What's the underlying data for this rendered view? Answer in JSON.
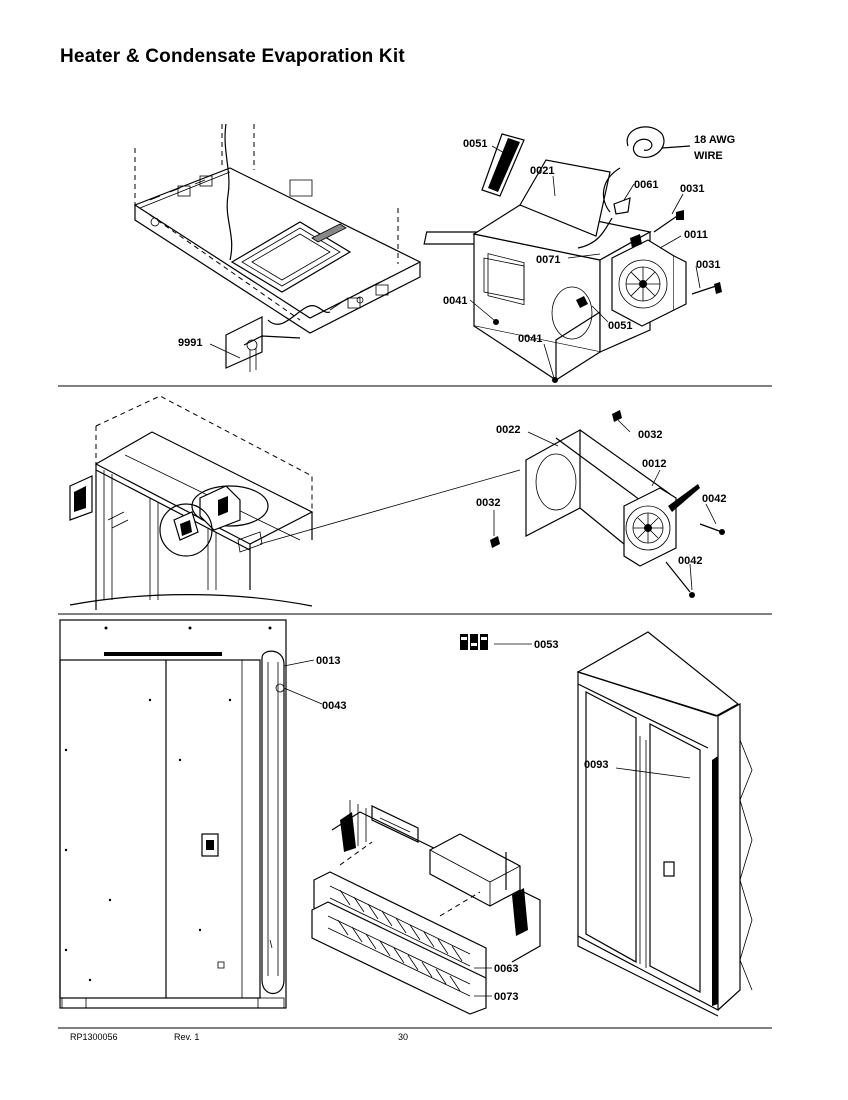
{
  "title": "Heater & Condensate  Evaporation Kit",
  "callouts": {
    "p0051a": "0051",
    "p0021": "0021",
    "p0061": "0061",
    "p0031a": "0031",
    "p0011": "0011",
    "p0031b": "0031",
    "p0071": "0071",
    "p0041a": "0041",
    "p0051b": "0051",
    "p0041b": "0041",
    "p9991": "9991",
    "awg1": "18 AWG",
    "awg2": "WIRE",
    "p0022": "0022",
    "p0032a": "0032",
    "p0012": "0012",
    "p0032b": "0032",
    "p0042a": "0042",
    "p0042b": "0042",
    "p0013": "0013",
    "p0043": "0043",
    "p0053": "0053",
    "p0093": "0093",
    "p0063": "0063",
    "p0073": "0073"
  },
  "footer": {
    "doc": "RP1300056",
    "rev": "Rev. 1",
    "page": "30"
  }
}
